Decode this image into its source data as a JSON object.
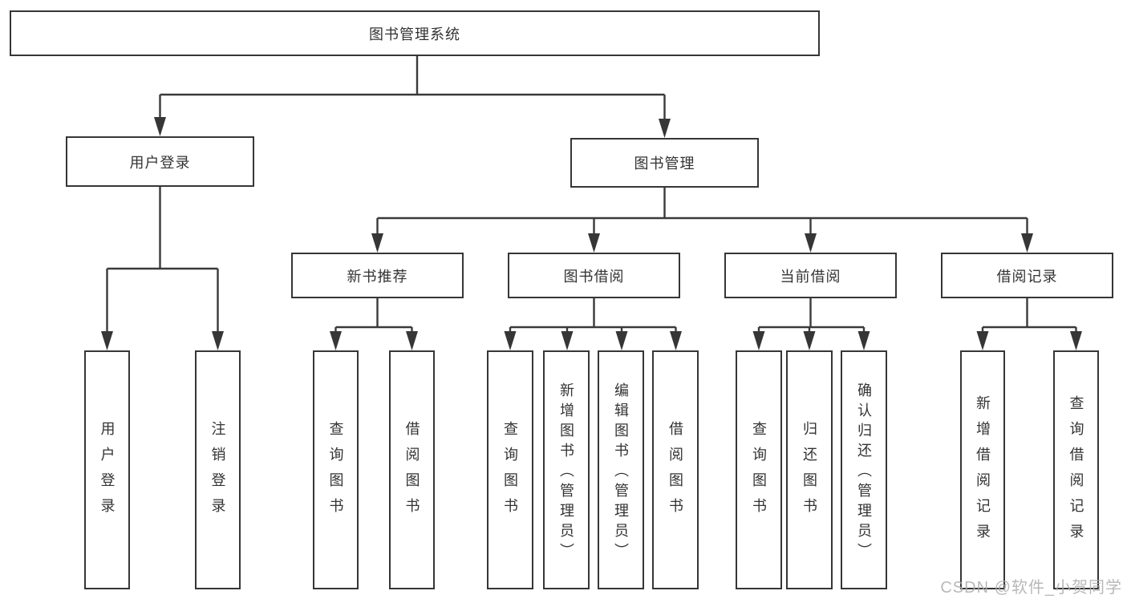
{
  "colors": {
    "line": "#3a3a3a",
    "box_border": "#363636",
    "text": "#333333",
    "watermark": "#acacac",
    "background": "#ffffff"
  },
  "tree": {
    "root": "图书管理系统",
    "user": {
      "label": "用户登录",
      "leaves": [
        "用户登录",
        "注销登录"
      ]
    },
    "book": {
      "label": "图书管理",
      "sections": [
        {
          "label": "新书推荐",
          "leaves": [
            "查询图书",
            "借阅图书"
          ]
        },
        {
          "label": "图书借阅",
          "leaves": [
            "查询图书",
            "新增图书（管理员）",
            "编辑图书（管理员）",
            "借阅图书"
          ]
        },
        {
          "label": "当前借阅",
          "leaves": [
            "查询图书",
            "归还图书",
            "确认归还（管理员）"
          ]
        },
        {
          "label": "借阅记录",
          "leaves": [
            "新增借阅记录",
            "查询借阅记录"
          ]
        }
      ]
    }
  },
  "watermark": "CSDN @软件_小贺同学"
}
